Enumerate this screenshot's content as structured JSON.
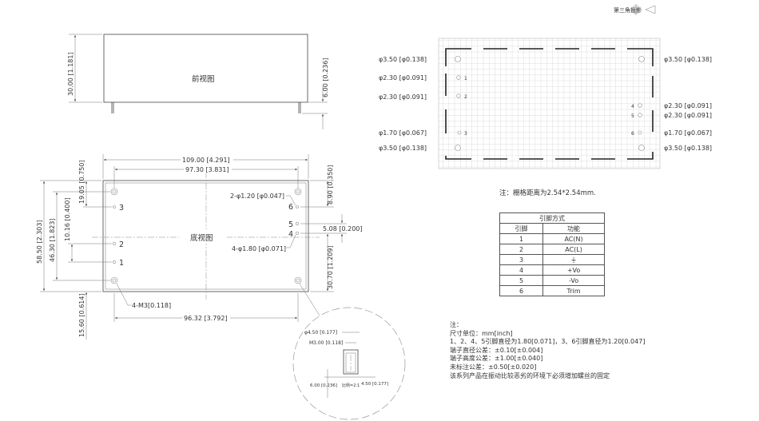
{
  "projection": {
    "label": "第三角投影"
  },
  "front_view": {
    "label": "前视图",
    "height_dim": "30.00 [1.181]",
    "pin_dim": "6.00 [0.236]"
  },
  "bottom_view": {
    "label": "底视图",
    "width_dim": "109.00 [4.291]",
    "hole_span_top": "97.30 [3.831]",
    "hole_span_bottom": "96.32 [3.792]",
    "height_dim": "58.50 [2.303]",
    "hole_vspan": "46.30 [1.823]",
    "pin12_dim": "10.16 [0.400]",
    "pin3_dim": "19.05 [0.750]",
    "bottom_offset": "15.60 [0.614]",
    "pin6_dim": "8.90 [0.350]",
    "pin45_dim": "5.08 [0.200]",
    "pin4_dim": "30.70 [1.209]",
    "small_pins": "2-φ1.20 [φ0.047]",
    "large_pins": "4-φ1.80 [φ0.071]",
    "mount": "4-M3[0.118]",
    "pins": [
      "1",
      "2",
      "3",
      "4",
      "5",
      "6"
    ]
  },
  "detail": {
    "outer_dia": "φ4.50 [0.177]",
    "thread": "M3.00 [0.118]",
    "depth": "6.00 [0.236]",
    "scale": "比例=2:1",
    "height": "4.50 [0.177]"
  },
  "footprint": {
    "left_labels": [
      "φ3.50 [φ0.138]",
      "φ2.30 [φ0.091]",
      "φ2.30 [φ0.091]",
      "φ1.70 [φ0.067]",
      "φ3.50 [φ0.138]"
    ],
    "right_labels": [
      "φ3.50 [φ0.138]",
      "φ2.30 [φ0.091]",
      "φ2.30 [φ0.091]",
      "φ1.70 [φ0.067]",
      "φ3.50 [φ0.138]"
    ],
    "grid_note": "注：栅格距离为2.54*2.54mm."
  },
  "pin_table": {
    "title": "引脚方式",
    "headers": [
      "引脚",
      "功能"
    ],
    "rows": [
      {
        "pin": "1",
        "func": "AC(N)"
      },
      {
        "pin": "2",
        "func": "AC(L)"
      },
      {
        "pin": "3",
        "func": "⏚"
      },
      {
        "pin": "4",
        "func": "+Vo"
      },
      {
        "pin": "5",
        "func": "-Vo"
      },
      {
        "pin": "6",
        "func": "Trim"
      }
    ]
  },
  "notes": [
    "注：",
    "尺寸单位：mm[inch]",
    "1、2、4、5引脚直径为1.80[0.071]，3、6引脚直径为1.20[0.047]",
    "端子直径公差：±0.10[±0.004]",
    "端子高度公差：±1.00[±0.040]",
    "未标注公差：±0.50[±0.020]",
    "该系列产品在振动比较恶劣的环境下必须增加螺丝的固定"
  ]
}
